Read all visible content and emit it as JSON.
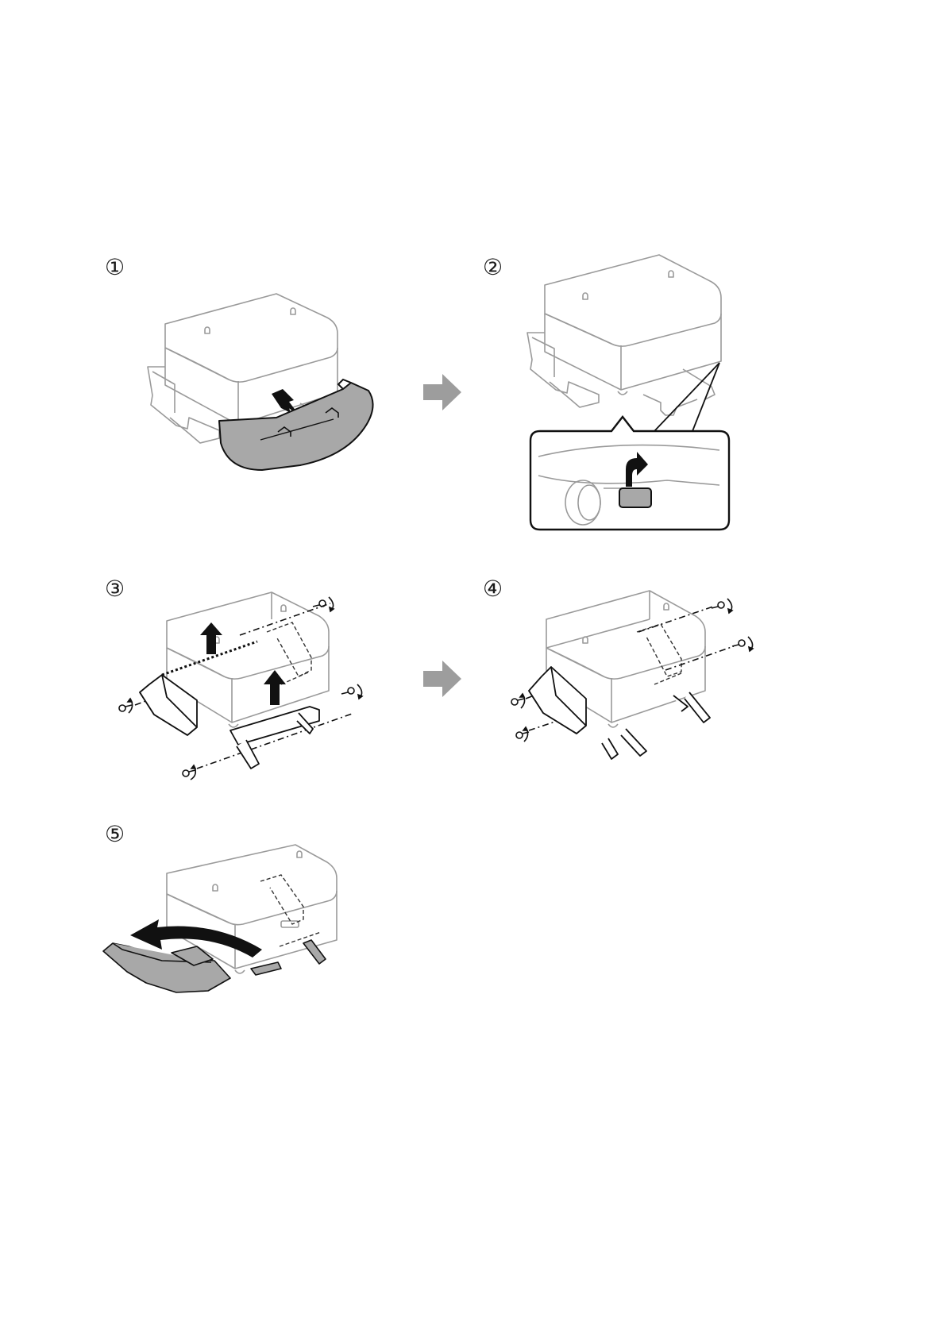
{
  "steps": [
    {
      "number": "①",
      "caption": ""
    },
    {
      "number": "②",
      "caption": ""
    },
    {
      "number": "③",
      "caption": ""
    },
    {
      "number": "④",
      "caption": ""
    },
    {
      "number": "⑤",
      "caption": ""
    }
  ],
  "colors": {
    "line_light": "#9a9a9a",
    "line_dark": "#111111",
    "part_fill": "#a8a8a8",
    "arrow_gray": "#9d9d9d",
    "background": "#ffffff"
  },
  "icons": [
    "step-arrow-icon",
    "lift-arrow-icon",
    "rotate-arrow-icon",
    "screw-icon",
    "caster-lock-icon"
  ]
}
